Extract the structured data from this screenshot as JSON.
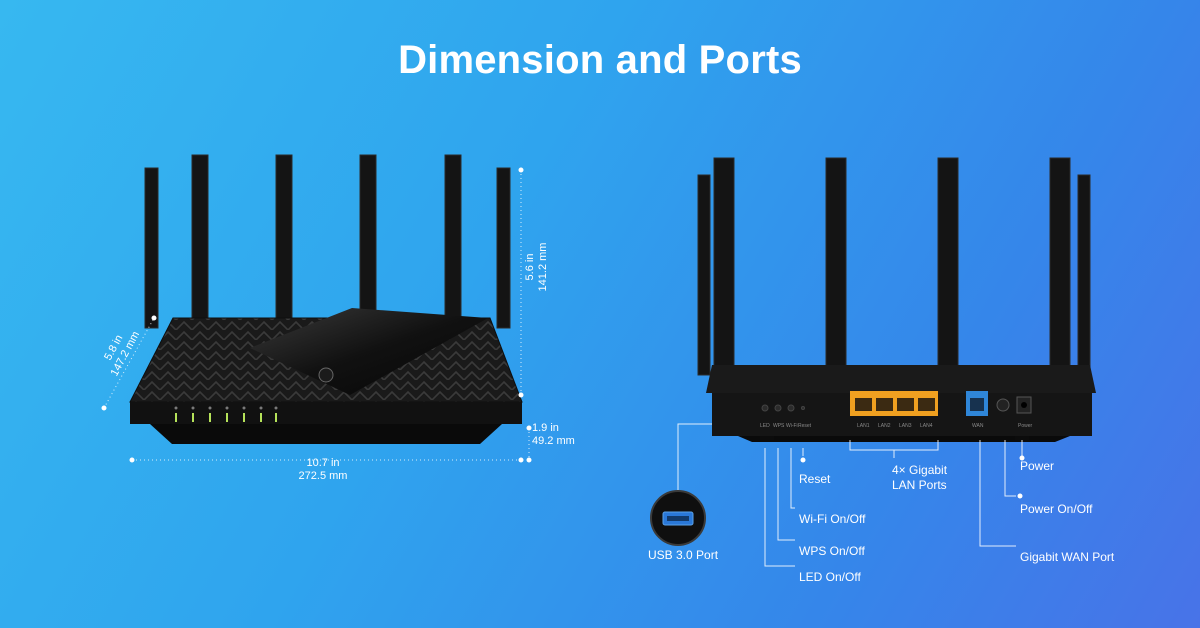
{
  "title": "Dimension and Ports",
  "dimensions": {
    "height": {
      "imperial": "5.6 in",
      "metric": "141.2 mm"
    },
    "depth": {
      "imperial": "5.8 in",
      "metric": "147.2 mm"
    },
    "thickness": {
      "imperial": "1.9 in",
      "metric": "49.2 mm"
    },
    "width": {
      "imperial": "10.7 in",
      "metric": "272.5 mm"
    }
  },
  "rear_panel": {
    "button_labels": [
      "LED",
      "WPS",
      "Wi-Fi",
      "Reset"
    ],
    "lan_labels": [
      "LAN1",
      "LAN2",
      "LAN3",
      "LAN4"
    ],
    "wan_label": "WAN",
    "power_label": "Power"
  },
  "ports": {
    "usb": "USB 3.0 Port",
    "reset": "Reset",
    "wifi": "Wi-Fi On/Off",
    "wps": "WPS On/Off",
    "led": "LED On/Off",
    "lan_line1": "4× Gigabit",
    "lan_line2": "LAN Ports",
    "power": "Power",
    "power_onoff": "Power On/Off",
    "wan": "Gigabit WAN Port"
  },
  "colors": {
    "background_start": "#37b8f0",
    "background_end": "#4873e8",
    "router_body": "#151515",
    "led_green": "#b6e35a",
    "lan_orange": "#f0a020",
    "wan_blue": "#2f86d8"
  }
}
